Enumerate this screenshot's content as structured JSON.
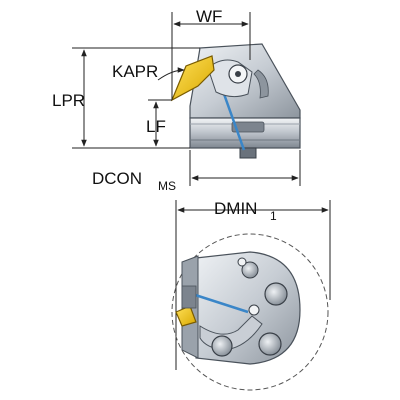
{
  "labels": {
    "wf": "WF",
    "kapr": "KAPR",
    "lpr": "LPR",
    "lf": "LF",
    "dcon": "DCON",
    "dcon_sub": "MS",
    "dmin": "DMIN",
    "dmin_sub": "1"
  },
  "colors": {
    "body_light": "#d8dde3",
    "body_mid": "#aab2bc",
    "body_dark": "#6a727c",
    "insert_yellow": "#f2c200",
    "coolant_blue": "#3a86c8",
    "dimension_line": "#222222"
  }
}
